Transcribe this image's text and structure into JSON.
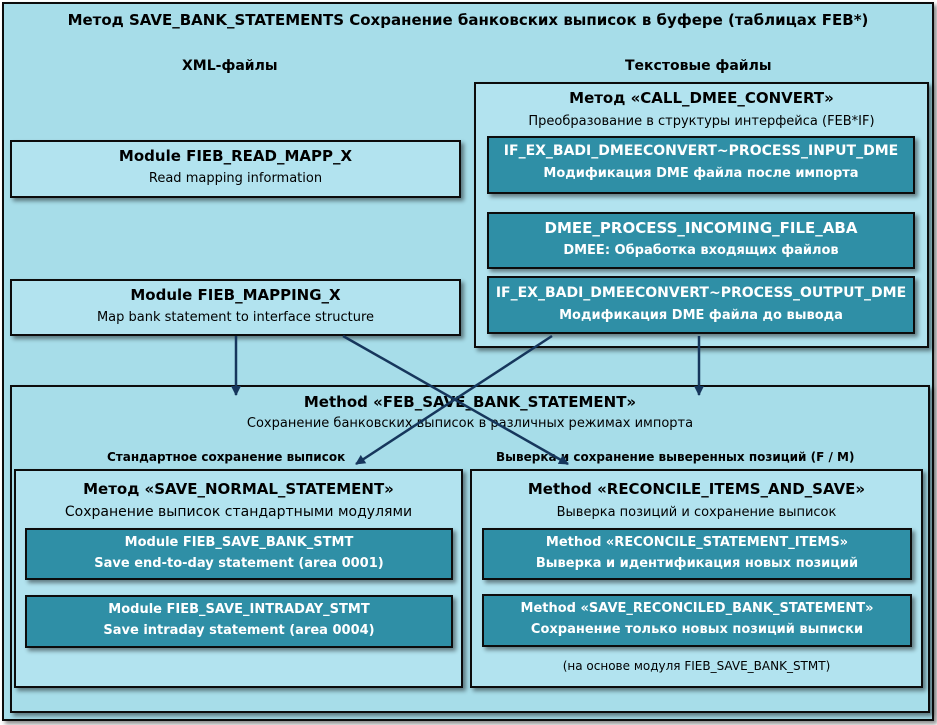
{
  "main_title": "Метод SAVE_BANK_STATEMENTS Сохранение банковских выписок в буфере (таблицах FEB*)",
  "xml_label": "XML-файлы",
  "text_label": "Текстовые файлы",
  "read_mapp": {
    "title": "Module FIEB_READ_MAPP_X",
    "desc": "Read mapping information"
  },
  "mapping": {
    "title": "Module FIEB_MAPPING_X",
    "desc": "Map bank statement to interface structure"
  },
  "dmee_convert": {
    "title": "Метод «CALL_DMEE_CONVERT»",
    "desc": "Преобразование в структуры интерфейса (FEB*IF)",
    "items": [
      {
        "title": "IF_EX_BADI_DMEECONVERT~PROCESS_INPUT_DME",
        "desc": "Модификация DME файла после импорта"
      },
      {
        "title": "DMEE_PROCESS_INCOMING_FILE_ABA",
        "desc": "DMEE: Обработка входящих файлов"
      },
      {
        "title": "IF_EX_BADI_DMEECONVERT~PROCESS_OUTPUT_DME",
        "desc": "Модификация DME файла до вывода"
      }
    ]
  },
  "feb_save": {
    "title": "Method «FEB_SAVE_BANK_STATEMENT»",
    "desc": "Сохранение банковских выписок в различных режимах импорта"
  },
  "std_label": "Стандартное сохранение выписок",
  "rec_label": "Выверка и сохранение выверенных позиций (F / M)",
  "normal": {
    "title": "Метод «SAVE_NORMAL_STATEMENT»",
    "desc": "Сохранение выписок стандартными модулями",
    "items": [
      {
        "title": "Module FIEB_SAVE_BANK_STMT",
        "desc": "Save end-to-day statement (area 0001)"
      },
      {
        "title": "Module FIEB_SAVE_INTRADAY_STMT",
        "desc": "Save intraday statement (area 0004)"
      }
    ]
  },
  "reconcile": {
    "title": "Method «RECONCILE_ITEMS_AND_SAVE»",
    "desc": "Выверка позиций и сохранение выписок",
    "items": [
      {
        "title": "Method «RECONCILE_STATEMENT_ITEMS»",
        "desc": "Выверка и идентификация новых позиций"
      },
      {
        "title": "Method «SAVE_RECONCILED_BANK_STATEMENT»",
        "desc": "Сохранение только новых позиций выписки"
      }
    ],
    "note": "(на основе модуля FIEB_SAVE_BANK_STMT)"
  },
  "colors": {
    "outer": "#a7dde9",
    "light": "#b2e3ef",
    "dark": "#2f8fa6",
    "line": "#16365c"
  }
}
